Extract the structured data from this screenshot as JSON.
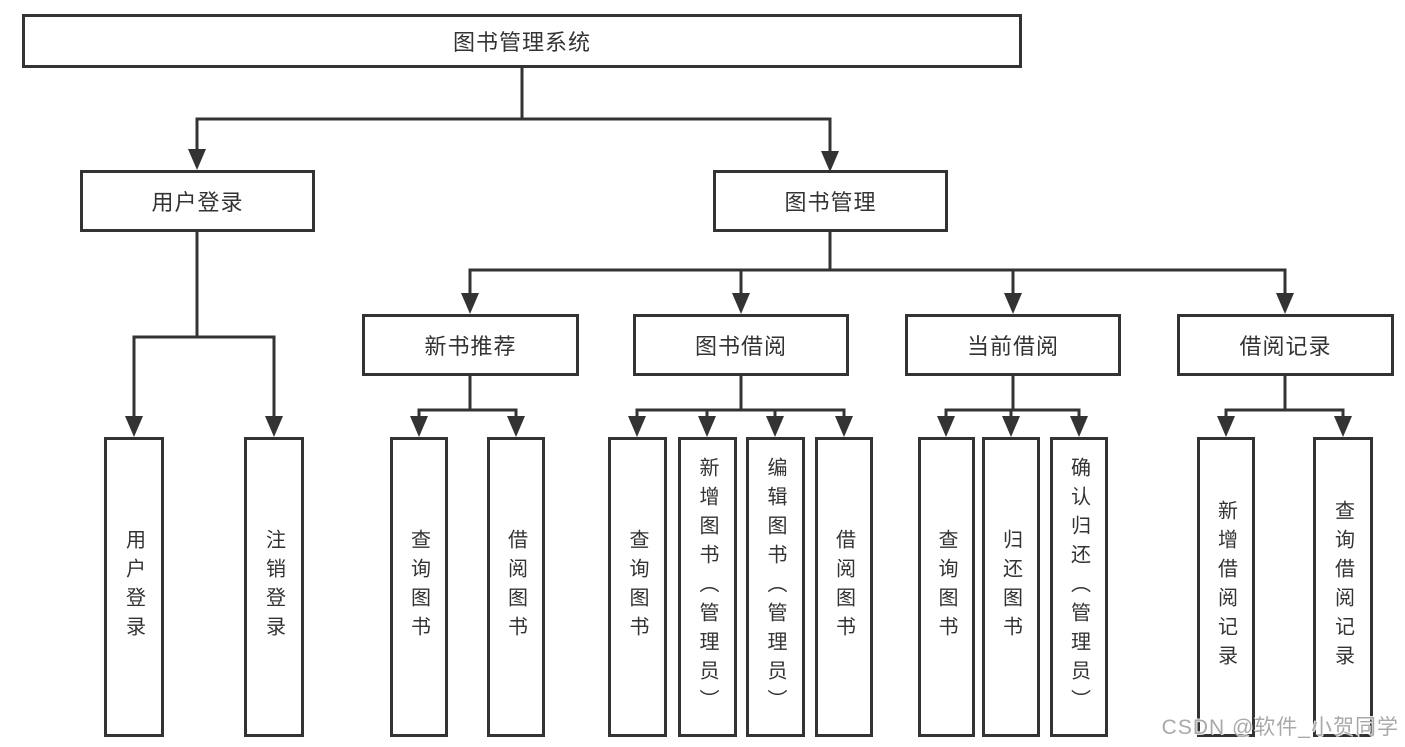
{
  "diagram": {
    "root": {
      "label": "图书管理系统"
    },
    "level2": {
      "user_login": {
        "label": "用户登录"
      },
      "book_management": {
        "label": "图书管理"
      }
    },
    "level3": {
      "new_book_recommendation": {
        "label": "新书推荐"
      },
      "book_borrowing": {
        "label": "图书借阅"
      },
      "current_borrowing": {
        "label": "当前借阅"
      },
      "borrowing_records": {
        "label": "借阅记录"
      }
    },
    "leaves": {
      "user_login": [
        "用户登录",
        "注销登录"
      ],
      "new_book_recommendation": [
        "查询图书",
        "借阅图书"
      ],
      "book_borrowing": [
        "查询图书",
        "新增图书（管理员）",
        "编辑图书（管理员）",
        "借阅图书"
      ],
      "current_borrowing": [
        "查询图书",
        "归还图书",
        "确认归还（管理员）"
      ],
      "borrowing_records": [
        "新增借阅记录",
        "查询借阅记录"
      ]
    }
  },
  "colors": {
    "line": "#333333",
    "text": "#333333",
    "box_background": "#ffffff",
    "watermark": "#a9a9a9"
  },
  "watermark": {
    "text": "CSDN @软件_小贺同学"
  }
}
